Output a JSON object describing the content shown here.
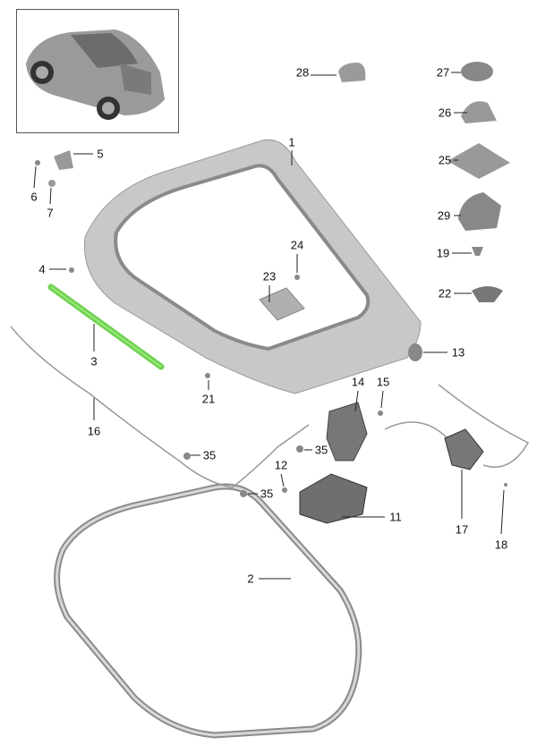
{
  "diagram": {
    "highlight_color": "#6fd34f",
    "part_labels": {
      "p1": "1",
      "p2": "2",
      "p3": "3",
      "p4": "4",
      "p5": "5",
      "p6": "6",
      "p7": "7",
      "p11": "11",
      "p12": "12",
      "p13": "13",
      "p14": "14",
      "p15": "15",
      "p16": "16",
      "p17": "17",
      "p18": "18",
      "p19": "19",
      "p21": "21",
      "p22": "22",
      "p23": "23",
      "p24": "24",
      "p25": "25",
      "p26": "26",
      "p27": "27",
      "p28": "28",
      "p29": "29",
      "p35a": "35",
      "p35b": "35",
      "p35c": "35"
    }
  }
}
